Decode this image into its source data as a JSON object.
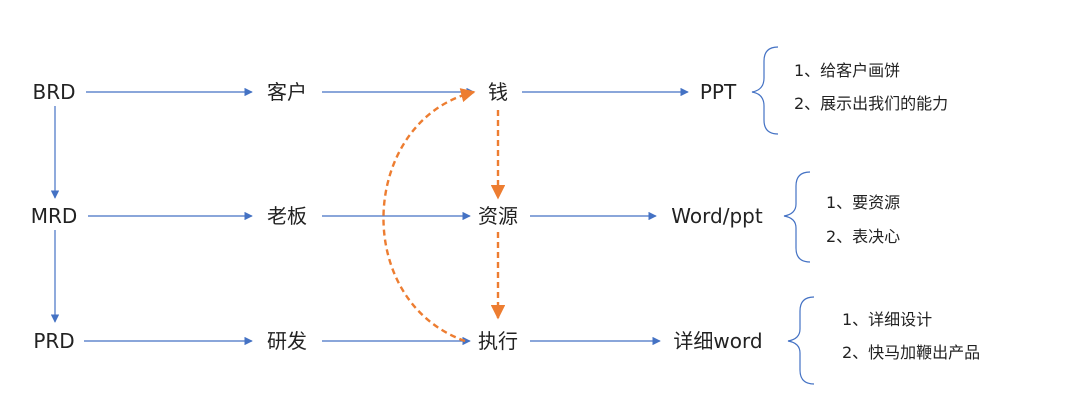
{
  "nodes": {
    "brd": "BRD",
    "mrd": "MRD",
    "prd": "PRD",
    "kehu": "客户",
    "laoban": "老板",
    "yanfa": "研发",
    "qian": "钱",
    "ziyuan": "资源",
    "zhixing": "执行",
    "ppt": "PPT",
    "wordppt": "Word/ppt",
    "xixiword": "详细word"
  },
  "notes": {
    "ppt": [
      "1、给客户画饼",
      "2、展示出我们的能力"
    ],
    "wordppt": [
      "1、要资源",
      "2、表决心"
    ],
    "xixiword": [
      "1、详细设计",
      "2、快马加鞭出产品"
    ]
  },
  "colors": {
    "blue_arrow": "#4472c4",
    "orange_dashed": "#ed7d31",
    "text": "#222222"
  }
}
